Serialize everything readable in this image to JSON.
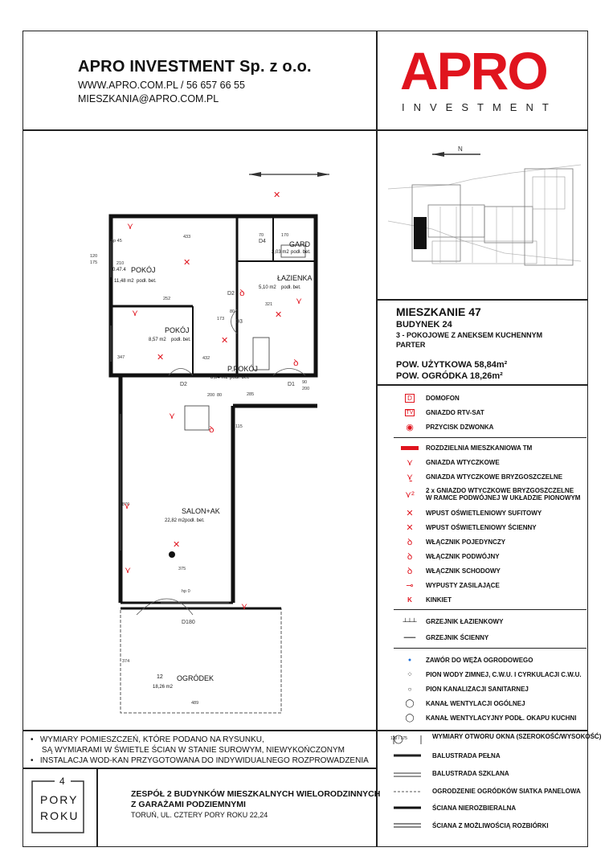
{
  "header": {
    "company": "APRO INVESTMENT Sp. z o.o.",
    "contact_line": "WWW.APRO.COM.PL / 56 657 66 55",
    "email": "MIESZKANIA@APRO.COM.PL"
  },
  "logo": {
    "brand": "APRO",
    "sub": "INVESTMENT",
    "brand_color": "#e0141e"
  },
  "apartment": {
    "title": "MIESZKANIE 47",
    "building": "BUDYNEK 24",
    "type": "3 - POKOJOWE Z ANEKSEM KUCHENNYM",
    "floor": "PARTER",
    "area_usable": "POW. UŻYTKOWA 58,84m²",
    "area_garden": "POW. OGRÓDKA 18,26m²"
  },
  "legend_top": [
    {
      "icon": "D",
      "label": "DOMOFON"
    },
    {
      "icon": "TV",
      "label": "GNIAZDO RTV-SAT"
    },
    {
      "icon": "◉",
      "label": "PRZYCISK DZWONKA"
    }
  ],
  "legend_mid": [
    {
      "icon": "TM",
      "label": "ROZDZIELNIA MIESZKANIOWA TM"
    },
    {
      "icon": "⋎",
      "label": "GNIAZDA WTYCZKOWE"
    },
    {
      "icon": "⋎̱",
      "label": "GNIAZDA WTYCZKOWE BRYZGOSZCZELNE"
    },
    {
      "icon": "⋎²",
      "label": "2 x GNIAZDO WTYCZKOWE BRYZGOSZCZELNE",
      "label2": "W RAMCE PODWÓJNEJ W UKŁADZIE PIONOWYM"
    },
    {
      "icon": "✕",
      "label": "WPUST OŚWIETLENIOWY SUFITOWY"
    },
    {
      "icon": "✕",
      "label": "WPUST OŚWIETLENIOWY ŚCIENNY"
    },
    {
      "icon": "ꝺ",
      "label": "WŁĄCZNIK POJEDYNCZY"
    },
    {
      "icon": "ꝺ",
      "label": "WŁĄCZNIK PODWÓJNY"
    },
    {
      "icon": "ꝺ",
      "label": "WŁĄCZNIK SCHODOWY"
    },
    {
      "icon": "⊸",
      "label": "WYPUSTY ZASILAJĄCE"
    },
    {
      "icon": "K",
      "label": "KINKIET"
    }
  ],
  "legend_heat": [
    {
      "icon": "┴┴┴",
      "label": "GRZEJNIK ŁAZIENKOWY"
    },
    {
      "icon": "━━━",
      "label": "GRZEJNIK ŚCIENNY"
    }
  ],
  "legend_install": [
    {
      "icon": "●",
      "label": "ZAWÓR DO WĘŻA OGRODOWEGO"
    },
    {
      "icon": "⁘",
      "label": "PION WODY ZIMNEJ, C.W.U. I CYRKULACJI C.W.U."
    },
    {
      "icon": "○",
      "label": "PION KANALIZACJI SANITARNEJ"
    },
    {
      "icon": "◯",
      "label": "KANAŁ WENTYLACJI OGÓLNEJ"
    },
    {
      "icon": "◯",
      "label": "KANAŁ WENTYLACYJNY PODŁ. OKAPU KUCHNI"
    }
  ],
  "legend_lines": [
    {
      "label": "WYMIARY OTWORU OKNA (SZEROKOŚĆ/WYSOKOŚĆ)"
    },
    {
      "label": "BALUSTRADA PEŁNA"
    },
    {
      "label": "BALUSTRADA SZKLANA"
    },
    {
      "label": "OGRODZENIE OGRÓDKÓW SIATKA PANELOWA"
    },
    {
      "label": "ŚCIANA NIEROZBIERALNA"
    },
    {
      "label": "ŚCIANA Z MOŻLIWOŚCIĄ ROZBIÓRKI"
    }
  ],
  "notes": [
    "WYMIARY POMIESZCZEŃ, KTÓRE PODANO NA RYSUNKU,",
    "SĄ WYMIARAMI W ŚWIETLE ŚCIAN W STANIE SUROWYM, NIEWYKOŃCZONYM",
    "INSTALACJA WOD-KAN PRZYGOTOWANA DO INDYWIDUALNEGO ROZPROWADZENIA"
  ],
  "footer": {
    "pory_line1": "PORY",
    "pory_line2": "ROKU",
    "pory_num": "4",
    "title1": "ZESPÓŁ 2 BUDYNKÓW MIESZKALNYCH WIELORODZINNYCH",
    "title2": "Z GARAŻAMI PODZIEMNYMI",
    "address": "TORUŃ, UL. CZTERY PORY ROKU 22,24"
  },
  "plan": {
    "north": "N",
    "rooms": [
      {
        "id": "0.47.4",
        "name": "POKÓJ",
        "area": "11,48 m2",
        "floor": "podł. bet."
      },
      {
        "id": "",
        "name": "POKÓJ",
        "area": "8,57 m2",
        "floor": "podł. bet."
      },
      {
        "id": "",
        "name": "ŁAZIENKA",
        "area": "5,10 m2",
        "floor": "podł. bet."
      },
      {
        "id": "",
        "name": "GARD",
        "area": "2,03 m2",
        "floor": "podł. bet."
      },
      {
        "id": "",
        "name": "P.POKÓJ",
        "area": "8,84 m2",
        "floor": "podł. bet."
      },
      {
        "id": "",
        "name": "SALON+AK",
        "area": "22,82 m2",
        "floor": "podł. bet."
      },
      {
        "id": "12",
        "name": "OGRÓDEK",
        "area": "18,26 m2",
        "floor": ""
      }
    ],
    "doors": [
      "D4",
      "D2",
      "D3",
      "D2",
      "D1",
      "D180"
    ],
    "dims": [
      "433",
      "170",
      "70",
      "210",
      "252",
      "173",
      "321",
      "347",
      "432",
      "80",
      "200",
      "90",
      "200",
      "115",
      "876",
      "375",
      "489",
      "374",
      "120",
      "175",
      "hp 45",
      "hp 0",
      "285",
      "80"
    ],
    "window_label": "120 / 175"
  }
}
